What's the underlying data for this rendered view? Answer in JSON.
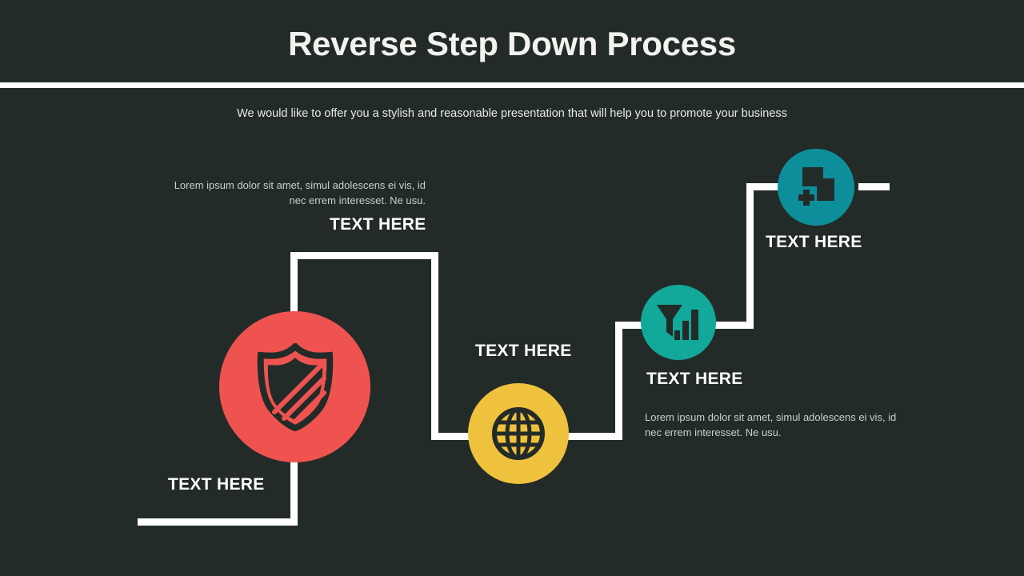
{
  "slide": {
    "title": "Reverse Step Down Process",
    "subtitle": "We would like to offer you a stylish and reasonable presentation that will help you to promote your business",
    "background_color": "#232b28",
    "divider_color": "#ffffff",
    "connector_color": "#ffffff"
  },
  "steps": [
    {
      "id": "step-shield",
      "label": "TEXT HERE",
      "body": "Lorem ipsum dolor sit amet, simul adolescens ei vis, id nec errem interesset. Ne usu.",
      "icon": "shield-icon",
      "circle_color": "#ef5350",
      "icon_color": "#232b28"
    },
    {
      "id": "step-globe",
      "label": "TEXT HERE",
      "body": "",
      "icon": "globe-icon",
      "circle_color": "#efc23e",
      "icon_color": "#232b28"
    },
    {
      "id": "step-funnel",
      "label": "TEXT HERE",
      "body": "Lorem ipsum dolor sit amet, simul adolescens ei vis, id nec errem interesset. Ne usu.",
      "icon": "funnel-chart-icon",
      "circle_color": "#12a89a",
      "icon_color": "#232b28"
    },
    {
      "id": "step-document",
      "label": "TEXT HERE",
      "body": "",
      "icon": "document-add-icon",
      "circle_color": "#0d8e9b",
      "icon_color": "#232b28"
    }
  ],
  "top_left_text": {
    "body": "Lorem ipsum dolor sit amet, simul adolescens ei vis, id nec errem interesset. Ne usu.",
    "label": "TEXT HERE"
  }
}
